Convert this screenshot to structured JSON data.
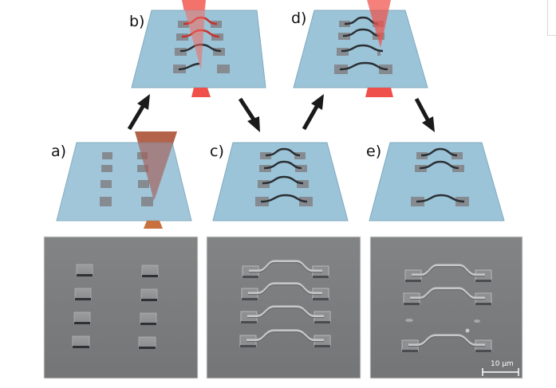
{
  "figure": {
    "panels": [
      {
        "id": "a",
        "label": "a)",
        "pads": 8,
        "bridges": 0,
        "laser": "orange"
      },
      {
        "id": "b",
        "label": "b)",
        "pads": 8,
        "bridges": 4,
        "laser": "red"
      },
      {
        "id": "c",
        "label": "c)",
        "pads": 8,
        "bridges": 4,
        "laser": "none"
      },
      {
        "id": "d",
        "label": "d)",
        "pads": 8,
        "bridges": 4,
        "laser": "red"
      },
      {
        "id": "e",
        "label": "e)",
        "pads": 6,
        "bridges": 3,
        "laser": "none"
      }
    ],
    "sem_images": [
      {
        "name": "sem-pads",
        "description": "8 pads, no bridges"
      },
      {
        "name": "sem-four-bridges",
        "description": "4 bridges"
      },
      {
        "name": "sem-three-bridges",
        "description": "3 bridges, one removed"
      }
    ],
    "scale_bar": {
      "text": "10 µm"
    },
    "colors": {
      "substrate": "#9cc4d8",
      "substrate_edge": "#7fa9bf",
      "pad": "#858b90",
      "bridge": "#2a2f33",
      "laser_red": "#f0504a",
      "laser_orange": "#c8703e",
      "arrow": "#1a1a1a",
      "sem_bg": "#7b7d7e"
    }
  }
}
